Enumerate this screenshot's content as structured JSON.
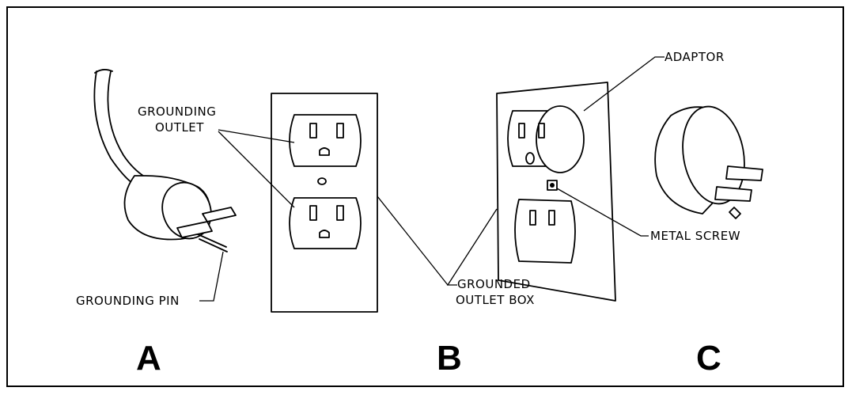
{
  "labels": {
    "grounding_outlet_1": "GROUNDING",
    "grounding_outlet_2": "OUTLET",
    "grounding_pin": "GROUNDING PIN",
    "adaptor": "ADAPTOR",
    "metal_screw": "METAL SCREW",
    "grounded_box_1": "GROUNDED",
    "grounded_box_2": "OUTLET BOX"
  },
  "panels": {
    "a": "A",
    "b": "B",
    "c": "C"
  }
}
